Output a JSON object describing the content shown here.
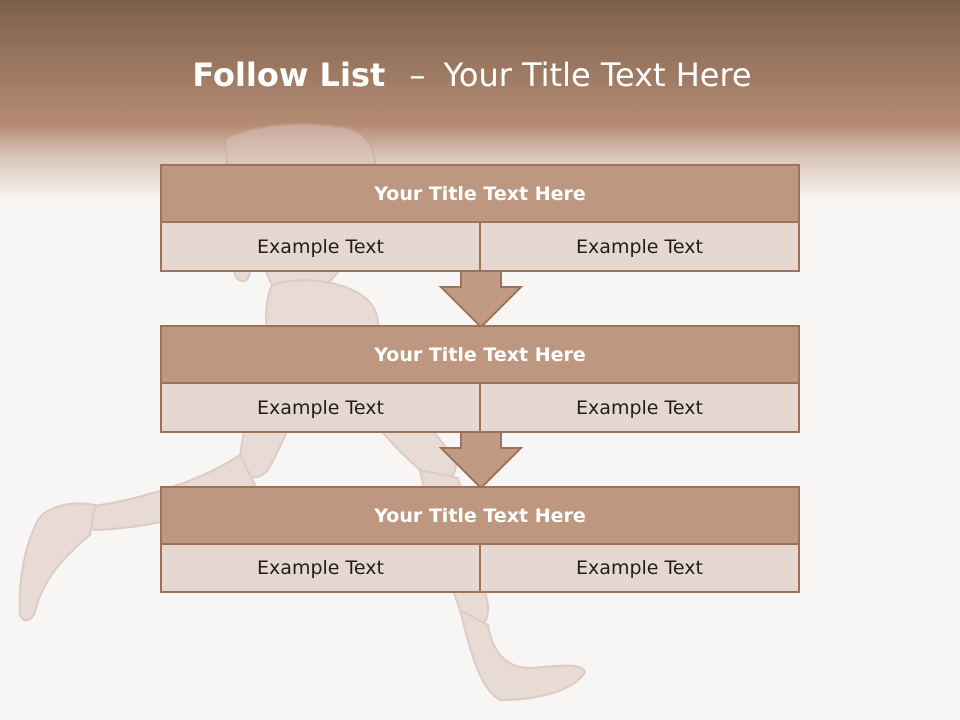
{
  "slide": {
    "title_bold": "Follow List",
    "title_dash": "–",
    "title_rest": "Your Title Text Here"
  },
  "blocks": [
    {
      "title": "Your Title Text Here",
      "left_text": "Example Text",
      "right_text": "Example Text"
    },
    {
      "title": "Your Title Text Here",
      "left_text": "Example Text",
      "right_text": "Example Text"
    },
    {
      "title": "Your Title Text Here",
      "left_text": "Example Text",
      "right_text": "Example Text"
    }
  ],
  "colors": {
    "header_dark": "#7c5f4c",
    "header_mid": "#b48a72",
    "block_title_fill": "#bd977f",
    "block_body_fill": "#e6d7d0",
    "block_border": "#9c7259",
    "arrow_fill": "#c09a82",
    "background": "#f8f6f5"
  },
  "decoration": {
    "background_image": "anatomical-running-figure"
  }
}
